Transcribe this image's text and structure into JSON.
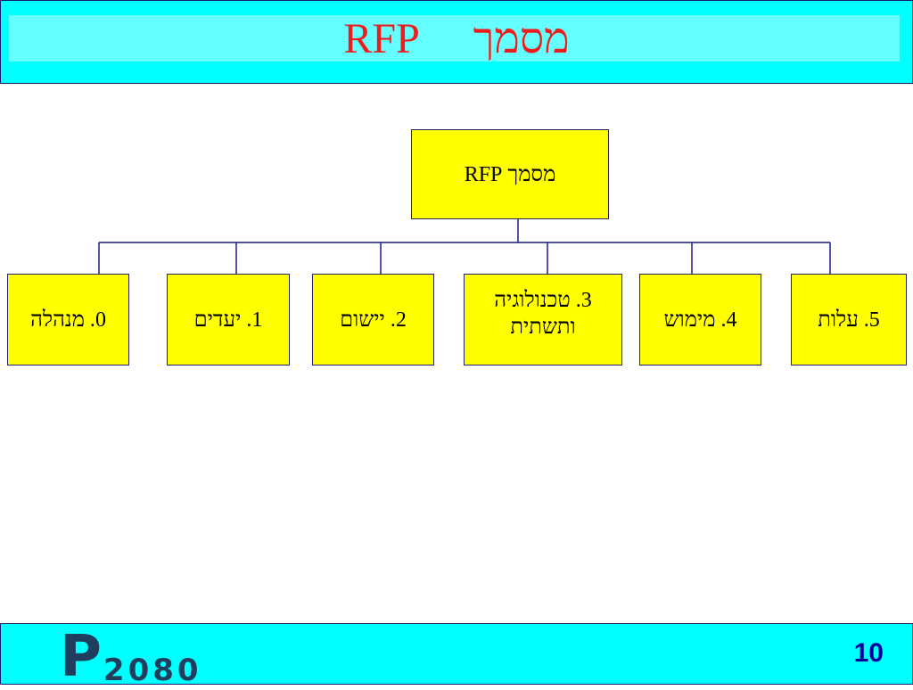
{
  "header": {
    "title": "מסמך     RFP"
  },
  "diagram": {
    "root": "מסמך RFP",
    "children": [
      "0. מנהלה",
      "1. יעדים",
      "2.  יישום",
      "3.   טכנולוגיה\nותשתית",
      "4. מימוש",
      "5. עלות"
    ]
  },
  "footer": {
    "logo_letter": "P",
    "logo_number": "2080",
    "page_number": "10"
  },
  "colors": {
    "header_bg": "#00ffff",
    "header_inner": "#66ffff",
    "title": "#ee1c1c",
    "box_fill": "#ffff00",
    "connector": "#1a1a8a",
    "page_number": "#0000a0",
    "logo": "#1f3d5c"
  }
}
